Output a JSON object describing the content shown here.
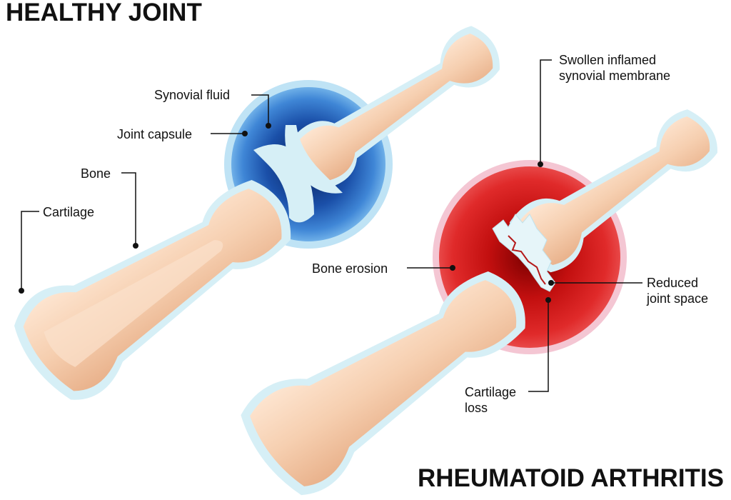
{
  "titles": {
    "healthy": "HEALTHY JOINT",
    "ra": "RHEUMATOID ARTHRITIS"
  },
  "labels": {
    "synovial_fluid": "Synovial fluid",
    "joint_capsule": "Joint capsule",
    "bone": "Bone",
    "cartilage": "Cartilage",
    "swollen_line1": "Swollen inflamed",
    "swollen_line2": "synovial membrane",
    "bone_erosion": "Bone erosion",
    "reduced_line1": "Reduced",
    "reduced_line2": "joint space",
    "cartilage_loss_line1": "Cartilage",
    "cartilage_loss_line2": "loss"
  },
  "colors": {
    "bone": "#f6cfb0",
    "bone_shade": "#eab48f",
    "cartilage": "#d9f0f5",
    "capsule": "#1f5fbf",
    "inflamed": "#cc1a1a",
    "inflamed_rim": "#f2b6c8"
  }
}
